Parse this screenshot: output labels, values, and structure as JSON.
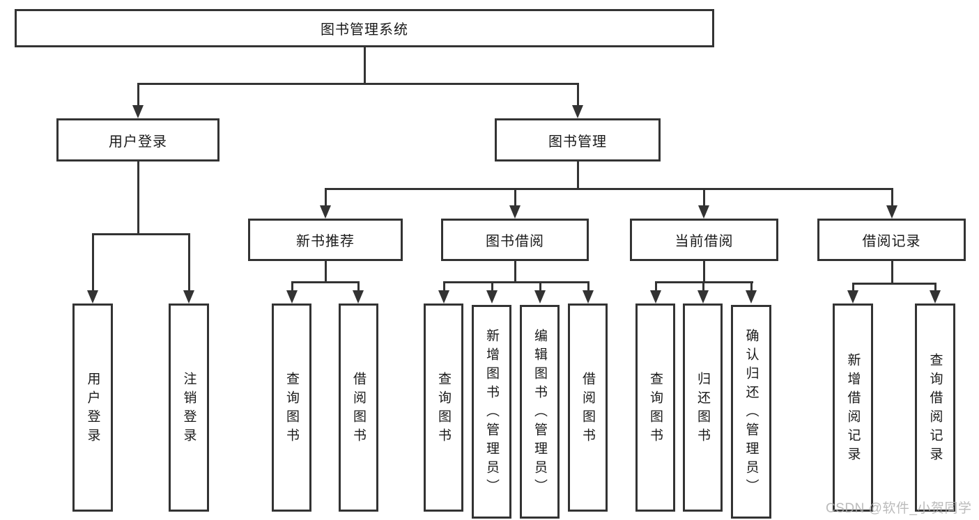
{
  "title": "图书管理系统",
  "level2": {
    "user_login": "用户登录",
    "book_management": "图书管理"
  },
  "level3": {
    "new_book_recommend": "新书推荐",
    "book_borrowing": "图书借阅",
    "current_borrowing": "当前借阅",
    "borrowing_records": "借阅记录"
  },
  "leaves": {
    "user_login_children": [
      "用户登录",
      "注销登录"
    ],
    "new_book_recommend_children": [
      "查询图书",
      "借阅图书"
    ],
    "book_borrowing_children": [
      "查询图书",
      "新增图书（管理员）",
      "编辑图书（管理员）",
      "借阅图书"
    ],
    "current_borrowing_children": [
      "查询图书",
      "归还图书",
      "确认归还（管理员）"
    ],
    "borrowing_records_children": [
      "新增借阅记录",
      "查询借阅记录"
    ]
  },
  "watermark": "CSDN @软件_小贺同学",
  "colors": {
    "line": "#333333",
    "text": "#1a1a1a",
    "watermark": "#afafaf",
    "background": "#ffffff"
  }
}
